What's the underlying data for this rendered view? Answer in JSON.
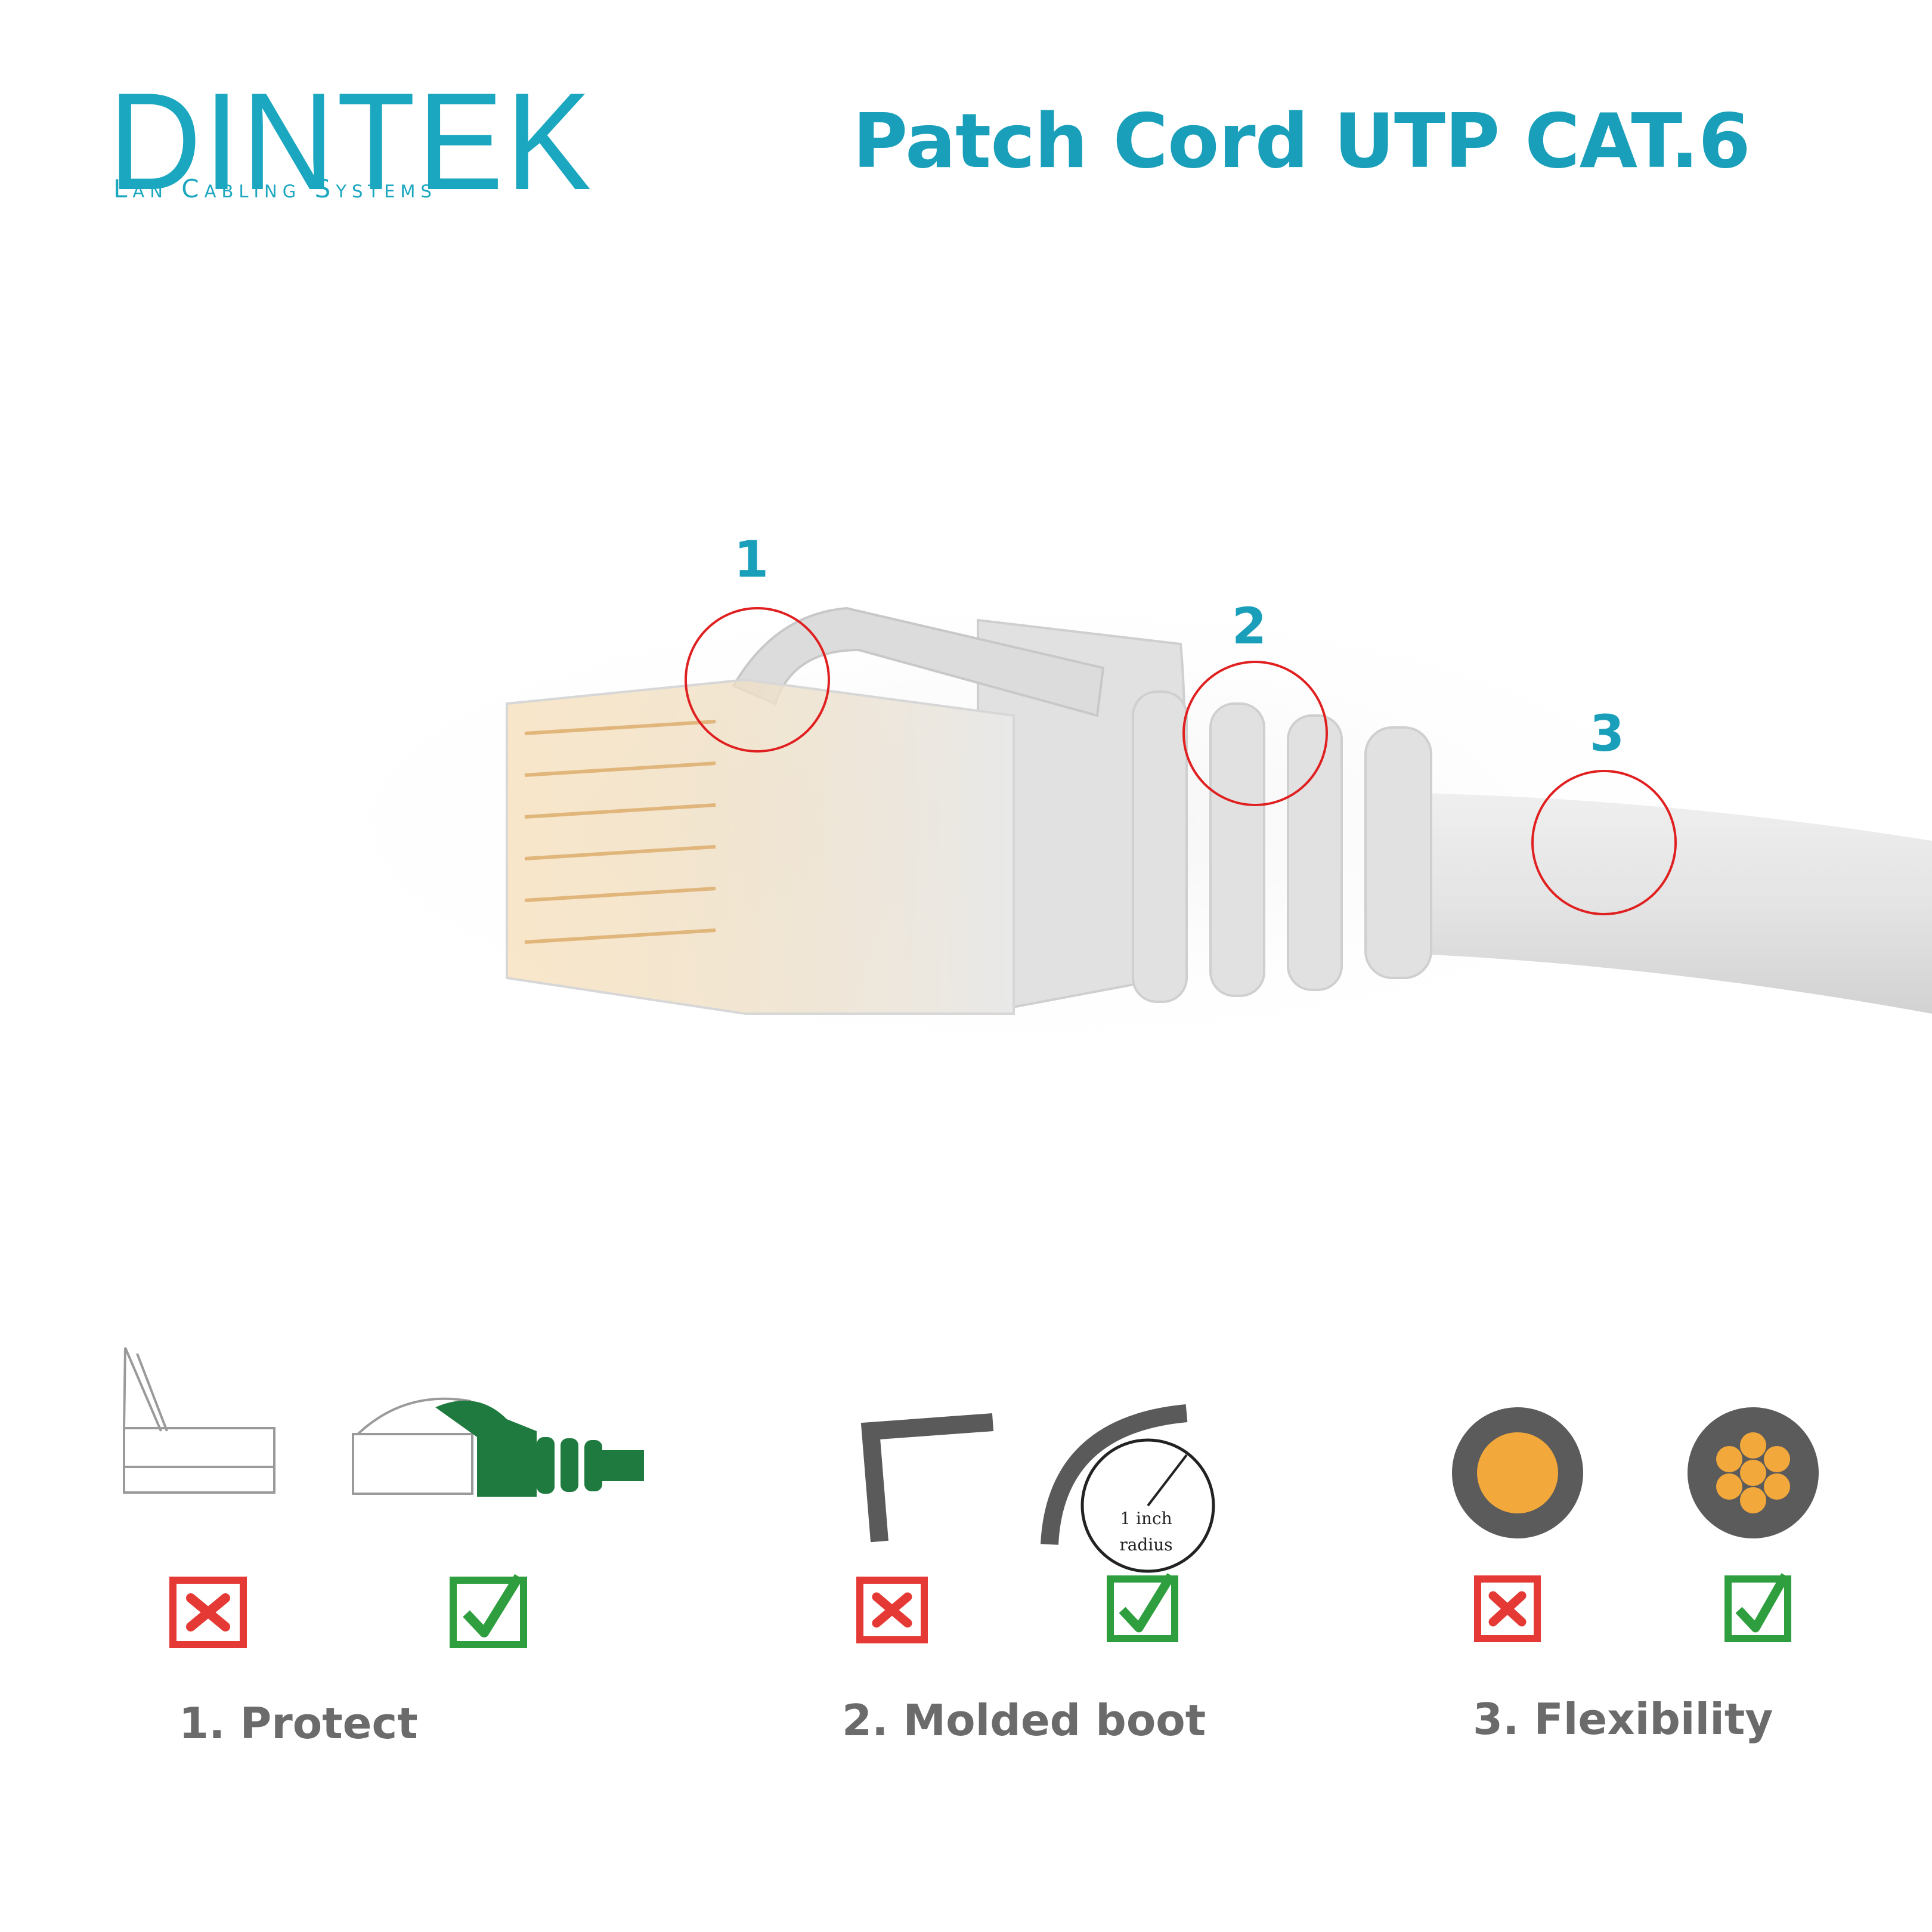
{
  "brand": {
    "name": "DINTEK",
    "tagline": "Lan Cabling Systems",
    "color": "#1aa7bf"
  },
  "title": "Patch Cord UTP CAT.6",
  "callouts": [
    "1",
    "2",
    "3"
  ],
  "bend_label": {
    "line1": "1 inch",
    "line2": "radius"
  },
  "features": [
    {
      "label": "1. Protect",
      "bad": "cross-icon",
      "good": "check-icon"
    },
    {
      "label": "2. Molded boot",
      "bad": "cross-icon",
      "good": "check-icon"
    },
    {
      "label": "3. Flexibility",
      "bad": "cross-icon",
      "good": "check-icon"
    }
  ],
  "colors": {
    "accent": "#1a9fba",
    "circle": "#e02020",
    "cross": "#e53935",
    "check": "#2e9e3e",
    "cable": "#e6e6e6",
    "core": "#f3a83b",
    "boot_green": "#1f7a3f"
  }
}
